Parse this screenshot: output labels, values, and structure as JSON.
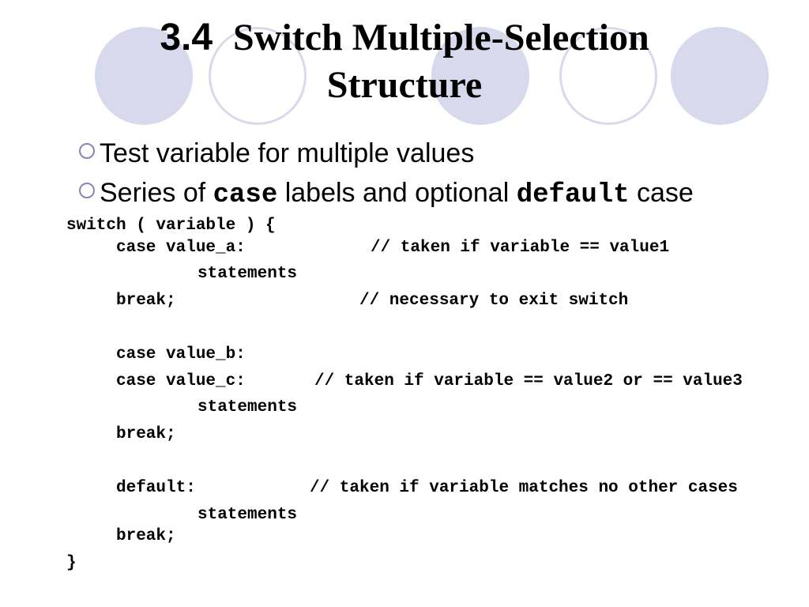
{
  "title": {
    "number": "3.4",
    "keyword": "Switch",
    "rest_line1": "Multiple-Selection",
    "rest_line2": "Structure"
  },
  "bullets": [
    {
      "text": "Test variable for multiple values"
    },
    {
      "pre": "Series of ",
      "code1": "case",
      "mid": " labels and optional ",
      "code2": "default",
      "post": " case"
    }
  ],
  "code": {
    "switch_open": "switch ( variable ) {",
    "case_a": "case value_a:",
    "comment_a": "// taken if variable == value1",
    "statements_1": "statements",
    "break_1": "break;",
    "comment_break": "// necessary to exit switch",
    "case_b": "case value_b:",
    "case_c": "case value_c:",
    "comment_c": "// taken if variable == value2 or == value3",
    "statements_2": "statements",
    "break_2": "break;",
    "default_label": "default:",
    "comment_default": "// taken if variable matches no other cases",
    "statements_3": "statements",
    "break_3": "break;",
    "switch_close": "}"
  },
  "colors": {
    "circle_fill": "#d9d9ee",
    "bullet_mark": "#8585c0",
    "text": "#000000",
    "background": "#ffffff"
  }
}
